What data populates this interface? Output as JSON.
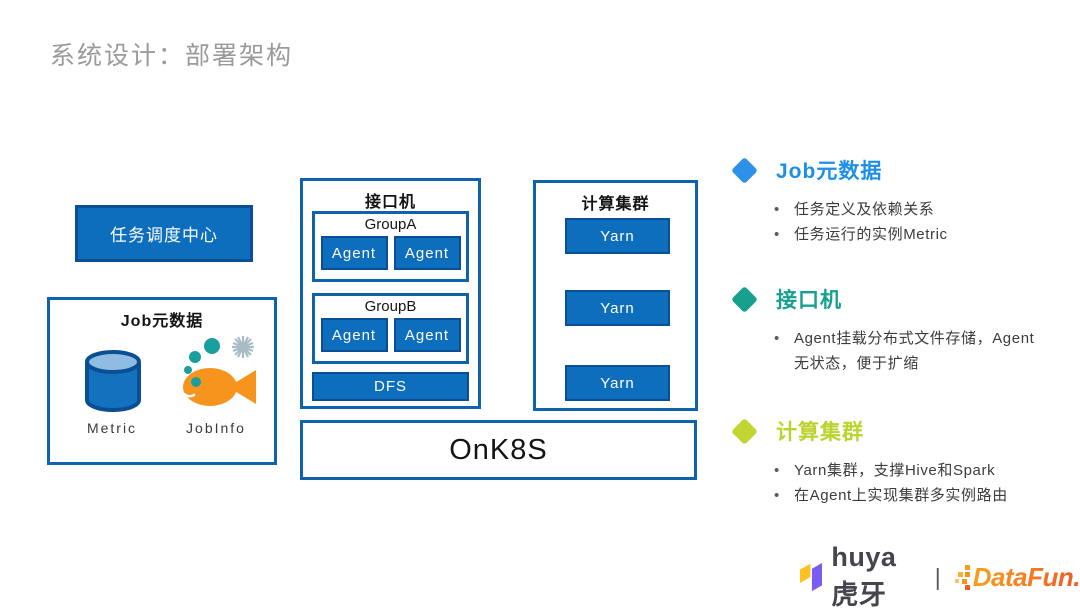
{
  "title": "系统设计：部署架构",
  "diagram": {
    "scheduler_label": "任务调度中心",
    "job_metadata": {
      "title": "Job元数据",
      "metric_label": "Metric",
      "jobinfo_label": "JobInfo"
    },
    "interface": {
      "title": "接口机",
      "group_a": {
        "title": "GroupA",
        "agent1": "Agent",
        "agent2": "Agent"
      },
      "group_b": {
        "title": "GroupB",
        "agent1": "Agent",
        "agent2": "Agent"
      },
      "dfs_label": "DFS"
    },
    "onk8s_label": "OnK8S",
    "cluster": {
      "title": "计算集群",
      "yarn1": "Yarn",
      "yarn2": "Yarn",
      "yarn3": "Yarn"
    }
  },
  "notes": [
    {
      "heading": "Job元数据",
      "color": "#1e8fe8",
      "bullets": [
        "任务定义及依赖关系",
        "任务运行的实例Metric"
      ]
    },
    {
      "heading": "接口机",
      "color": "#17a08e",
      "bullets": [
        "Agent挂载分布式文件存储，Agent无状态，便于扩缩"
      ]
    },
    {
      "heading": "计算集群",
      "color": "#bcd32c",
      "bullets": [
        "Yarn集群，支撑Hive和Spark",
        "在Agent上实现集群多实例路由"
      ]
    }
  ],
  "colors": {
    "node_fill_blue": "#0d6ebe",
    "node_border_blue": "#0a4e93",
    "outline_blue": "#0f63ae",
    "title_gray": "#9a9a9a",
    "fish_orange": "#f7941e",
    "bubble_teal": "#1b9e9e",
    "huya_yellow": "#ffc222",
    "huya_purple": "#7c5cf0",
    "datafun_orange": "#f9a01b"
  },
  "footer": {
    "huya_label": "huya虎牙",
    "separator": "|",
    "datafun_label": "DataFun."
  }
}
